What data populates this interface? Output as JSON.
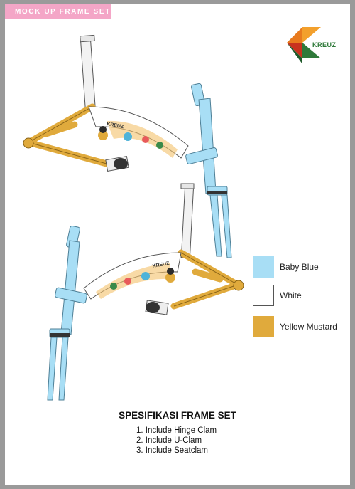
{
  "header": {
    "tag_label": "MOCK UP FRAME SET"
  },
  "brand": {
    "name": "KREUZ"
  },
  "colors": {
    "baby_blue": "#a8def5",
    "white": "#ffffff",
    "yellow_mustard": "#e0aa3c",
    "tag_pink": "#f4a6c7",
    "logo_orange": "#e87a1e",
    "logo_green": "#2f7a3a",
    "logo_red": "#c8321e"
  },
  "legend": {
    "items": [
      {
        "label": "Baby Blue",
        "color": "#a8def5"
      },
      {
        "label": "White",
        "color": "#ffffff"
      },
      {
        "label": "Yellow Mustard",
        "color": "#e0aa3c"
      }
    ]
  },
  "spec": {
    "title": "SPESIFIKASI FRAME SET",
    "items": [
      "1. Include Hinge Clam",
      "2. Include U-Clam",
      "3. Include Seatclam"
    ]
  }
}
